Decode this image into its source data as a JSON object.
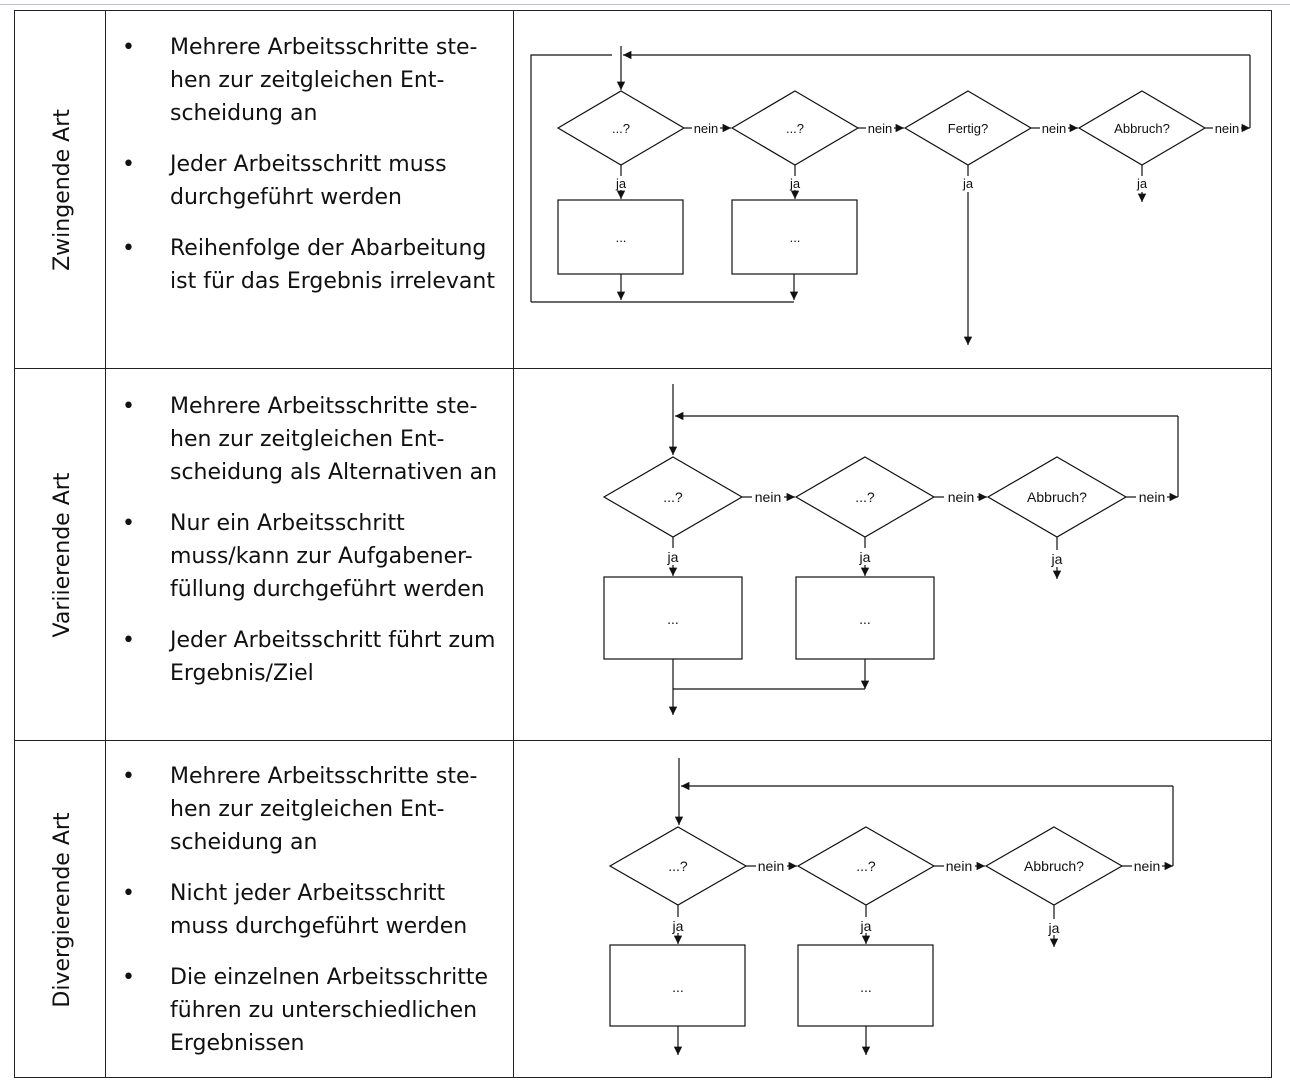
{
  "rows": [
    {
      "label": "Zwingende Art",
      "bullets": [
        "Mehrere Arbeitsschritte ste-\nhen zur zeitgleichen Ent-\nscheidung an",
        "Jeder Arbeitsschritt muss\ndurchgeführt werden",
        "Reihenfolge der Abarbeitung\nist für das Ergebnis irrelevant"
      ],
      "flow": {
        "decisions": [
          "...?",
          "...?",
          "Fertig?",
          "Abbruch?"
        ],
        "boxes": [
          "...",
          "..."
        ],
        "yes": "ja",
        "no": "nein"
      }
    },
    {
      "label": "Variierende Art",
      "bullets": [
        "Mehrere Arbeitsschritte ste-\nhen zur zeitgleichen Ent-\nscheidung als Alternativen an",
        "Nur ein Arbeitsschritt\nmuss/kann zur Aufgabener-\nfüllung durchgeführt werden",
        "Jeder Arbeitsschritt führt zum\nErgebnis/Ziel"
      ],
      "flow": {
        "decisions": [
          "...?",
          "...?",
          "Abbruch?"
        ],
        "boxes": [
          "...",
          "..."
        ],
        "yes": "ja",
        "no": "nein"
      }
    },
    {
      "label": "Divergierende Art",
      "bullets": [
        "Mehrere Arbeitsschritte ste-\nhen zur zeitgleichen Ent-\nscheidung an",
        "Nicht jeder Arbeitsschritt\nmuss durchgeführt werden",
        "Die einzelnen Arbeitsschritte\nführen zu unterschiedlichen\nErgebnissen"
      ],
      "flow": {
        "decisions": [
          "...?",
          "...?",
          "Abbruch?"
        ],
        "boxes": [
          "...",
          "..."
        ],
        "yes": "ja",
        "no": "nein"
      }
    }
  ]
}
